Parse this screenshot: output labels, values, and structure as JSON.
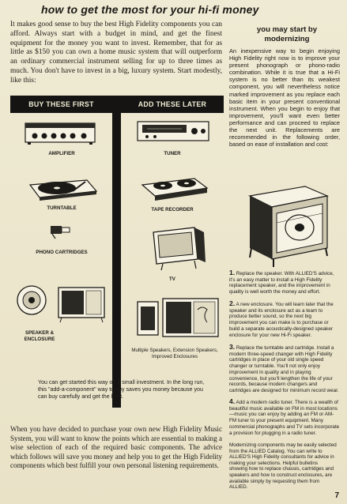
{
  "title": "how to get the most for your hi-fi money",
  "intro": "It makes good sense to buy the best High Fidelity components you can afford. Always start with a budget in mind, and get the finest equipment for the money you want to invest. Remember, that for as little as $150 you can own a home music system that will outperform an ordinary commercial instrument selling for up to three times as much. You don't have to invest in a big, luxury system. Start modestly, like this:",
  "chart": {
    "left_header": "BUY THESE FIRST",
    "right_header": "ADD THESE LATER",
    "left_items": [
      "AMPLIFIER",
      "TURNTABLE",
      "PHONO CARTRIDGES",
      "SPEAKER & ENCLOSURE"
    ],
    "right_items": [
      "TUNER",
      "TAPE RECORDER",
      "TV",
      "Multiple Speakers, Extension Speakers, Improved Enclosures"
    ],
    "caption": "You can get started this way on a small investment. In the long run, this \"add-a-component\" way to buy saves you money because you can buy carefully and get the best."
  },
  "outro": "When you have decided to purchase your own new High Fidelity Music System, you will want to know the points which are essential to making a wise selection of each of the required basic components. The advice which follows will save you money and help you to get the High Fidelity components which best fulfill your own personal listening requirements.",
  "right": {
    "heading": "you may start by modernizing",
    "body": "An inexpensive way to begin enjoying High Fidelity right now is to improve your present phonograph or phono-radio combination. While it is true that a Hi-Fi system is no better than its weakest component, you will nevertheless notice marked improvement as you replace each basic item in your present conventional instrument. When you begin to enjoy that improvement, you'll want even better performance and can proceed to replace the next unit. Replacements are recommended in the following order, based on ease of installation and cost:",
    "steps": [
      {
        "num": "1.",
        "text": "Replace the speaker. With ALLIED'S advice, it's an easy matter to install a High Fidelity replacement speaker, and the improvement in quality is well worth the money and effort."
      },
      {
        "num": "2.",
        "text": "A new enclosure. You will learn later that the speaker and its enclosure act as a team to produce better sound, so the next big improvement you can make is to purchase or build a separate acoustically-designed speaker enclosure for your new Hi-Fi speaker."
      },
      {
        "num": "3.",
        "text": "Replace the turntable and cartridge. Install a modern three-speed changer with High Fidelity cartridges in place of your old single speed changer or turntable. You'll not only enjoy improvement in quality and in playing convenience, but you'll lengthen the life of your records, because modern changers and cartridges are designed for minimum record wear."
      },
      {
        "num": "4.",
        "text": "Add a modern radio tuner. There is a wealth of beautiful music available on FM in most locations—music you can enjoy by adding an FM or AM-FM tuner to your present equipment. Many commercial phonographs and TV sets incorporate a provision for plugging in a radio tuner."
      }
    ],
    "closing": "Modernizing components may be easily selected from the ALLIED Catalog. You can write to ALLIED'S High Fidelity consultants for advice in making your selections. Helpful bulletins showing how to replace chassis, cartridges and speakers and how to construct enclosures, are available simply by requesting them from ALLIED."
  },
  "page_number": "7"
}
